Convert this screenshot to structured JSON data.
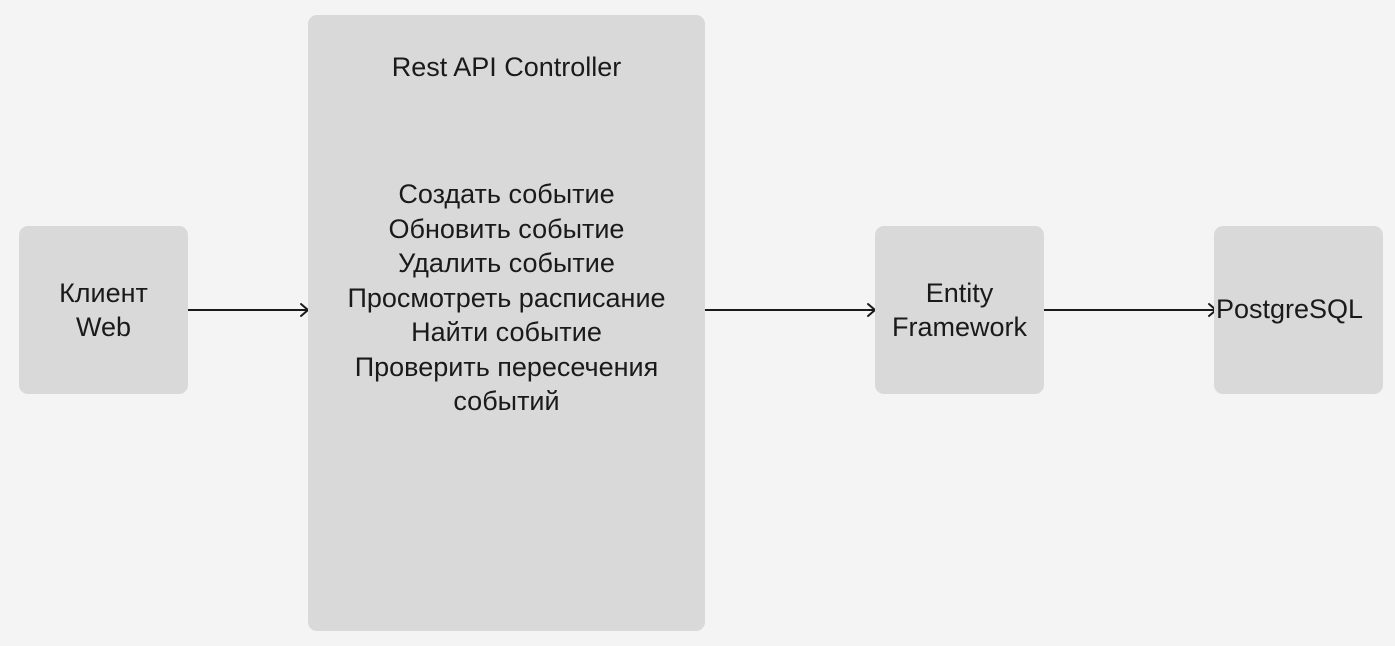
{
  "client": {
    "line1": "Клиент",
    "line2": "Web"
  },
  "controller": {
    "title": "Rest API Controller",
    "operations": [
      "Создать событие",
      "Обновить событие",
      "Удалить событие",
      "Просмотреть расписание",
      "Найти событие",
      "Проверить пересечения",
      "событий"
    ]
  },
  "entity_framework": {
    "line1": "Entity",
    "line2": "Framework"
  },
  "database": {
    "label": "PostgreSQL"
  },
  "colors": {
    "background": "#f4f4f4",
    "box": "#d9d9d9",
    "arrow": "#1a1a1a"
  }
}
